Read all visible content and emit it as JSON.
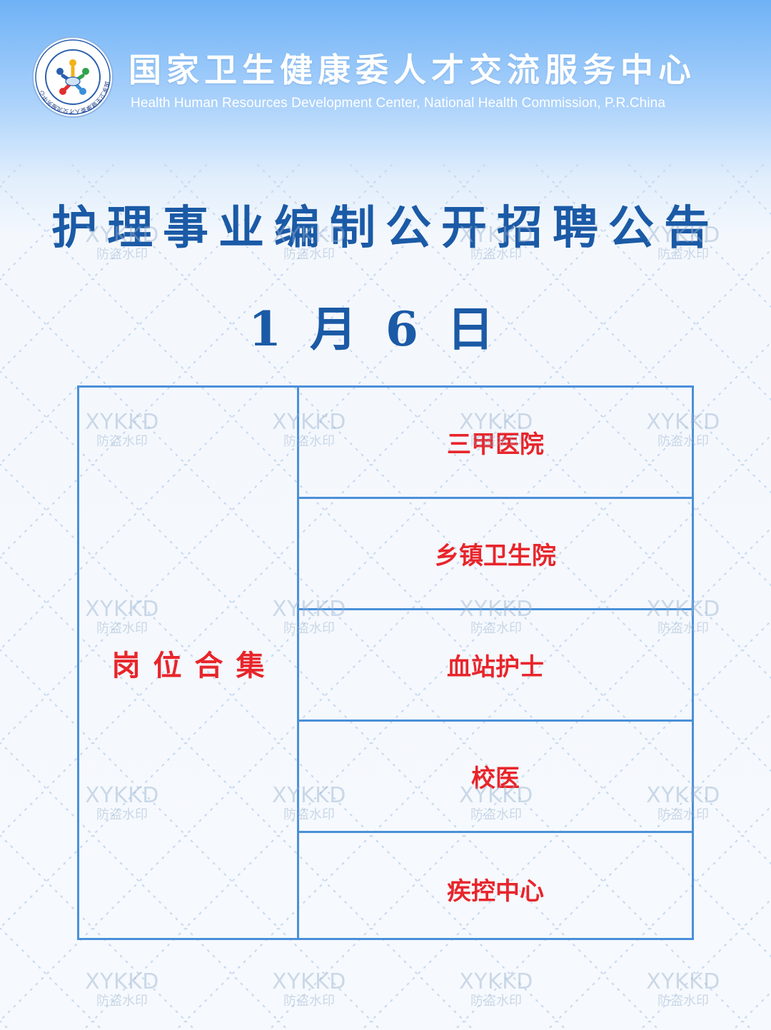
{
  "header": {
    "org_name_cn": "国家卫生健康委人才交流服务中心",
    "org_name_en": "Health Human Resources Development Center, National Health Commission, P.R.China",
    "logo_icon": "organization-seal-logo",
    "logo_text": "国家卫生健康委人才交流服务中心"
  },
  "title": "护理事业编制公开招聘公告",
  "date": "1月6日",
  "table": {
    "category_label": "岗位合集",
    "rows": [
      {
        "label": "三甲医院"
      },
      {
        "label": "乡镇卫生院"
      },
      {
        "label": "血站护士"
      },
      {
        "label": "校医"
      },
      {
        "label": "疾控中心"
      }
    ]
  },
  "watermark": {
    "line1": "XYKKD",
    "line2": "防盗水印"
  },
  "colors": {
    "title_blue": "#1b5aa6",
    "accent_red": "#e8252b",
    "border_blue": "#4a90d9",
    "header_gradient_top": "#6fb2f6"
  }
}
